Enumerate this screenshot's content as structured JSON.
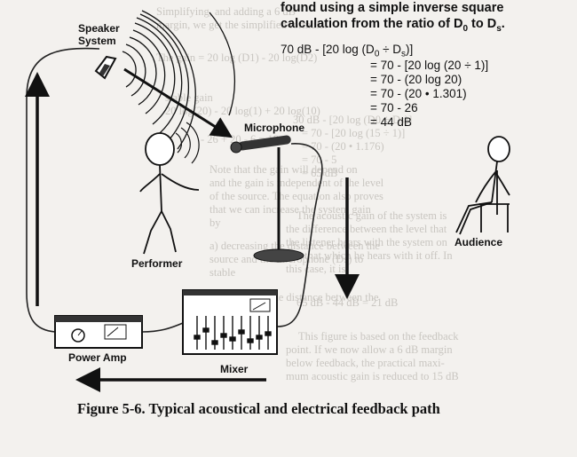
{
  "intro": {
    "line1": "found using a simple inverse square",
    "line2": "calculation from the ratio of D",
    "sub_o": "0",
    "to": " to D",
    "sub_s": "s",
    "end": "."
  },
  "calculation": {
    "lead": "70 dB - [20 log (D",
    "lead_sub_o": "0",
    "lead_div": " ÷ D",
    "lead_sub_s": "s",
    "lead_end": ")]",
    "lines": [
      "= 70 - [20 log (20 ÷ 1)]",
      "= 70 - (20 log 20)",
      "= 70 - (20 • 1.301)",
      "= 70 - 26",
      "= 44 dB"
    ]
  },
  "labels": {
    "speaker_line1": "Speaker",
    "speaker_line2": "System",
    "microphone": "Microphone",
    "performer": "Performer",
    "audience": "Audience",
    "power_amp": "Power Amp",
    "mixer": "Mixer"
  },
  "caption": "Figure 5-6. Typical acoustical and electrical feedback path",
  "bleed_through": [
    "Simplifying, and adding a 6 dB",
    "margin, we get the simplified formula:",
    "The gain = 20 log (D1) - 20 log(D2)",
    "stable gain",
    "20 log(20) - 20 log(1) + 20 log(10)",
    "- 26 + 20 - 6 = 18",
    "Note that the gain will depend on",
    "and the gain is independent of the level",
    "of the source. The equation also proves",
    "that we can increase the system gain",
    "by",
    "a) decreasing the distance between the",
    "source and the microphone (Ds) to",
    "stable",
    "b) increasing the distance between the",
    "30 dB - [20 log (D0 ÷ Ds)]",
    "= 70 - [20 log (15 ÷ 1)]",
    "= 70 - (20 • 1.176)",
    "= 70 - 5",
    "= 65 dB",
    "The acoustic gain of the system is",
    "the difference between the level that",
    "the listener hears with the system on",
    "and that which he hears with it off. In",
    "this case, it is:",
    "65 dB - 44 dB = 21 dB",
    "This figure is based on the feedback",
    "point. If we now allow a 6 dB margin",
    "below feedback, the practical maxi-",
    "mum acoustic gain is reduced to 15 dB"
  ]
}
